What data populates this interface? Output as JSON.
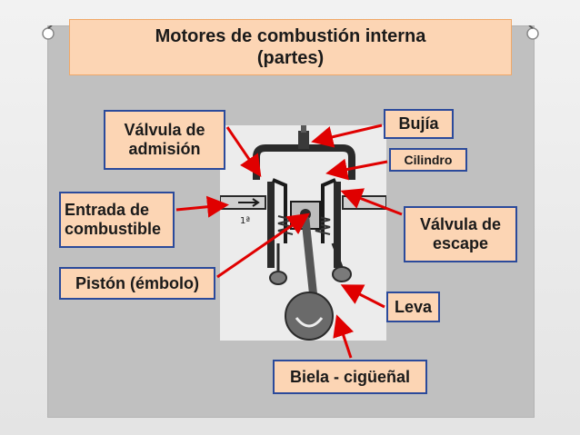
{
  "title": {
    "line1": "Motores de combustión interna",
    "line2": "(partes)"
  },
  "labels": {
    "valvula_admision": {
      "line1": "Válvula de",
      "line2": "admisión"
    },
    "bujia": "Bujía",
    "cilindro": "Cilindro",
    "entrada_combustible": {
      "line1": "Entrada de",
      "line2": "combustible"
    },
    "valvula_escape": {
      "line1": "Válvula de",
      "line2": "escape"
    },
    "piston": "Pistón (émbolo)",
    "leva": "Leva",
    "biela": "Biela - cigüeñal"
  },
  "diagram": {
    "stroke_mark": "1ª"
  },
  "colors": {
    "label_fill": "#fcd5b4",
    "label_border": "#2b4a9b",
    "arrow": "#e00000",
    "panel": "#c0c0c0"
  }
}
